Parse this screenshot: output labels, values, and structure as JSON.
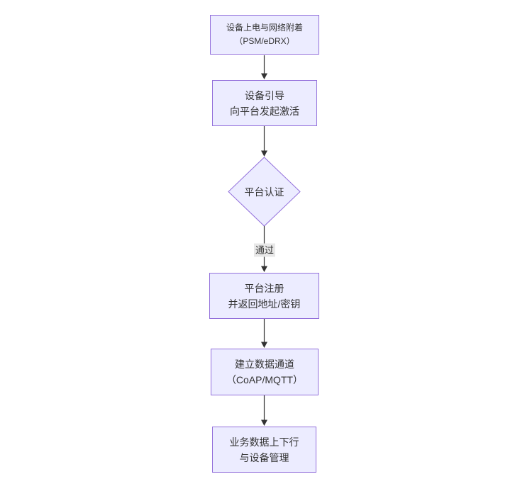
{
  "diagram": {
    "type": "flowchart",
    "direction": "top-down",
    "colors": {
      "node_fill": "#ECECFF",
      "node_border": "#9370DB",
      "text": "#333333",
      "edge": "#333333",
      "edge_label_bg": "#e8e8e8",
      "background": "#ffffff"
    },
    "nodes": [
      {
        "shape": "rect",
        "line1": "设备上电与网络附着",
        "line2": "（PSM/eDRX）"
      },
      {
        "shape": "rect",
        "line1": "设备引导",
        "line2": "向平台发起激活"
      },
      {
        "shape": "diamond",
        "line1": "平台认证"
      },
      {
        "shape": "rect",
        "line1": "平台注册",
        "line2": "并返回地址/密钥"
      },
      {
        "shape": "rect",
        "line1": "建立数据通道",
        "line2": "（CoAP/MQTT）"
      },
      {
        "shape": "rect",
        "line1": "业务数据上下行",
        "line2": "与设备管理"
      }
    ],
    "edges": [
      {
        "from": 0,
        "to": 1,
        "label": ""
      },
      {
        "from": 1,
        "to": 2,
        "label": ""
      },
      {
        "from": 2,
        "to": 3,
        "label": "通过"
      },
      {
        "from": 3,
        "to": 4,
        "label": ""
      },
      {
        "from": 4,
        "to": 5,
        "label": ""
      }
    ]
  }
}
